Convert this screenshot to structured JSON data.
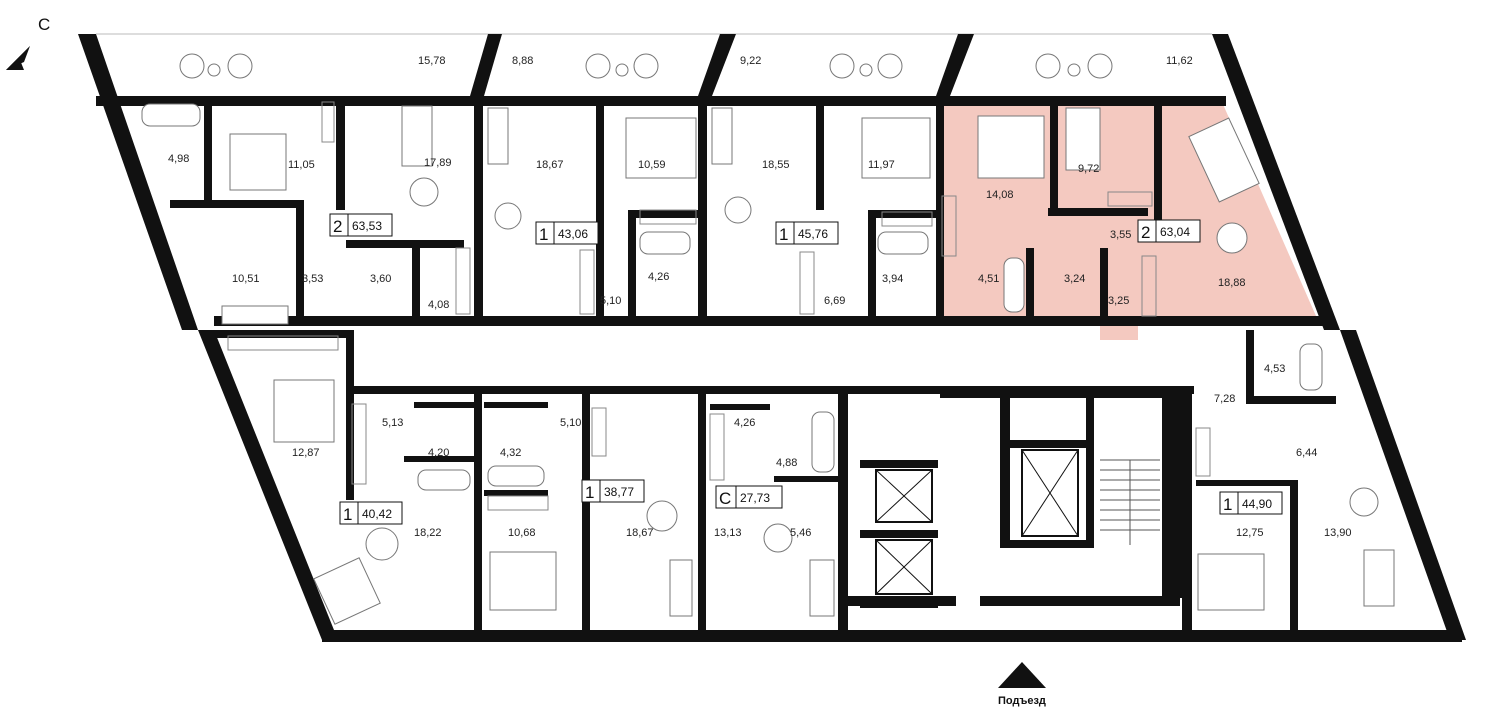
{
  "compass": {
    "label": "С"
  },
  "entrance": {
    "label": "Подъезд"
  },
  "colors": {
    "highlight": "#f4c9c0",
    "wall": "#111111"
  },
  "apartments": [
    {
      "rooms": "2",
      "area": "63,53"
    },
    {
      "rooms": "1",
      "area": "43,06"
    },
    {
      "rooms": "1",
      "area": "45,76"
    },
    {
      "rooms": "2",
      "area": "63,04",
      "highlighted": true
    },
    {
      "rooms": "1",
      "area": "40,42"
    },
    {
      "rooms": "1",
      "area": "38,77"
    },
    {
      "rooms": "С",
      "area": "27,73"
    },
    {
      "rooms": "1",
      "area": "44,90"
    }
  ],
  "rooms": [
    "15,78",
    "8,88",
    "9,22",
    "11,62",
    "4,98",
    "11,05",
    "17,89",
    "18,67",
    "10,59",
    "18,55",
    "11,97",
    "14,08",
    "9,72",
    "3,55",
    "18,88",
    "10,51",
    "3,53",
    "3,60",
    "4,08",
    "4,26",
    "5,10",
    "6,69",
    "3,94",
    "4,51",
    "3,24",
    "3,25",
    "4,53",
    "7,28",
    "6,44",
    "5,13",
    "12,87",
    "4,20",
    "4,32",
    "5,10",
    "4,26",
    "4,88",
    "18,22",
    "10,68",
    "18,67",
    "13,13",
    "5,46",
    "12,75",
    "13,90"
  ]
}
